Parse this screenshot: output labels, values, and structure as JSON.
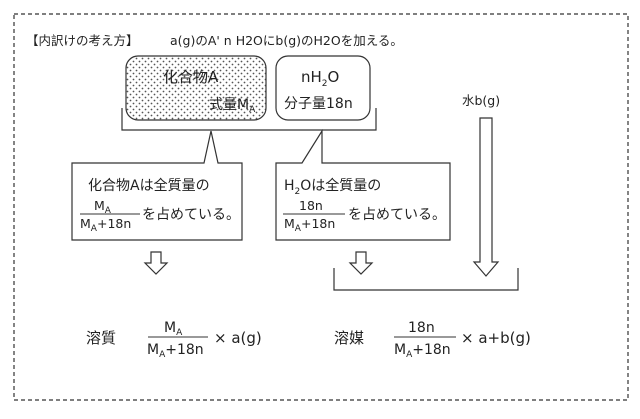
{
  "header": {
    "label": "【内訳けの考え方】",
    "statement": "a(g)のA' n H2Oにb(g)のH2Oを加える。"
  },
  "compound_box": {
    "title": "化合物A",
    "formula_weight_label": "式量",
    "formula_weight_var": "M",
    "formula_weight_sub": "A"
  },
  "water_box": {
    "formula_prefix": "nH",
    "formula_sub": "2",
    "formula_suffix": "O",
    "molar_mass": "分子量18n"
  },
  "added_water": {
    "label": "水b(g)"
  },
  "compound_callout": {
    "line1": "化合物Aは全質量の",
    "frac_num_var": "M",
    "frac_num_sub": "A",
    "frac_den_var": "M",
    "frac_den_sub": "A",
    "frac_den_rest": "+18n",
    "suffix": "を占めている。"
  },
  "water_callout": {
    "line1_prefix": "H",
    "line1_sub": "2",
    "line1_rest": "Oは全質量の",
    "frac_num": "18n",
    "frac_den_var": "M",
    "frac_den_sub": "A",
    "frac_den_rest": "+18n",
    "suffix": "を占めている。"
  },
  "solute": {
    "label": "溶質",
    "frac_num_var": "M",
    "frac_num_sub": "A",
    "frac_den_var": "M",
    "frac_den_sub": "A",
    "frac_den_rest": "+18n",
    "tail": "× a(g)"
  },
  "solvent": {
    "label": "溶媒",
    "frac_num": "18n",
    "frac_den_var": "M",
    "frac_den_sub": "A",
    "frac_den_rest": "+18n",
    "tail": "× a+b(g)"
  }
}
